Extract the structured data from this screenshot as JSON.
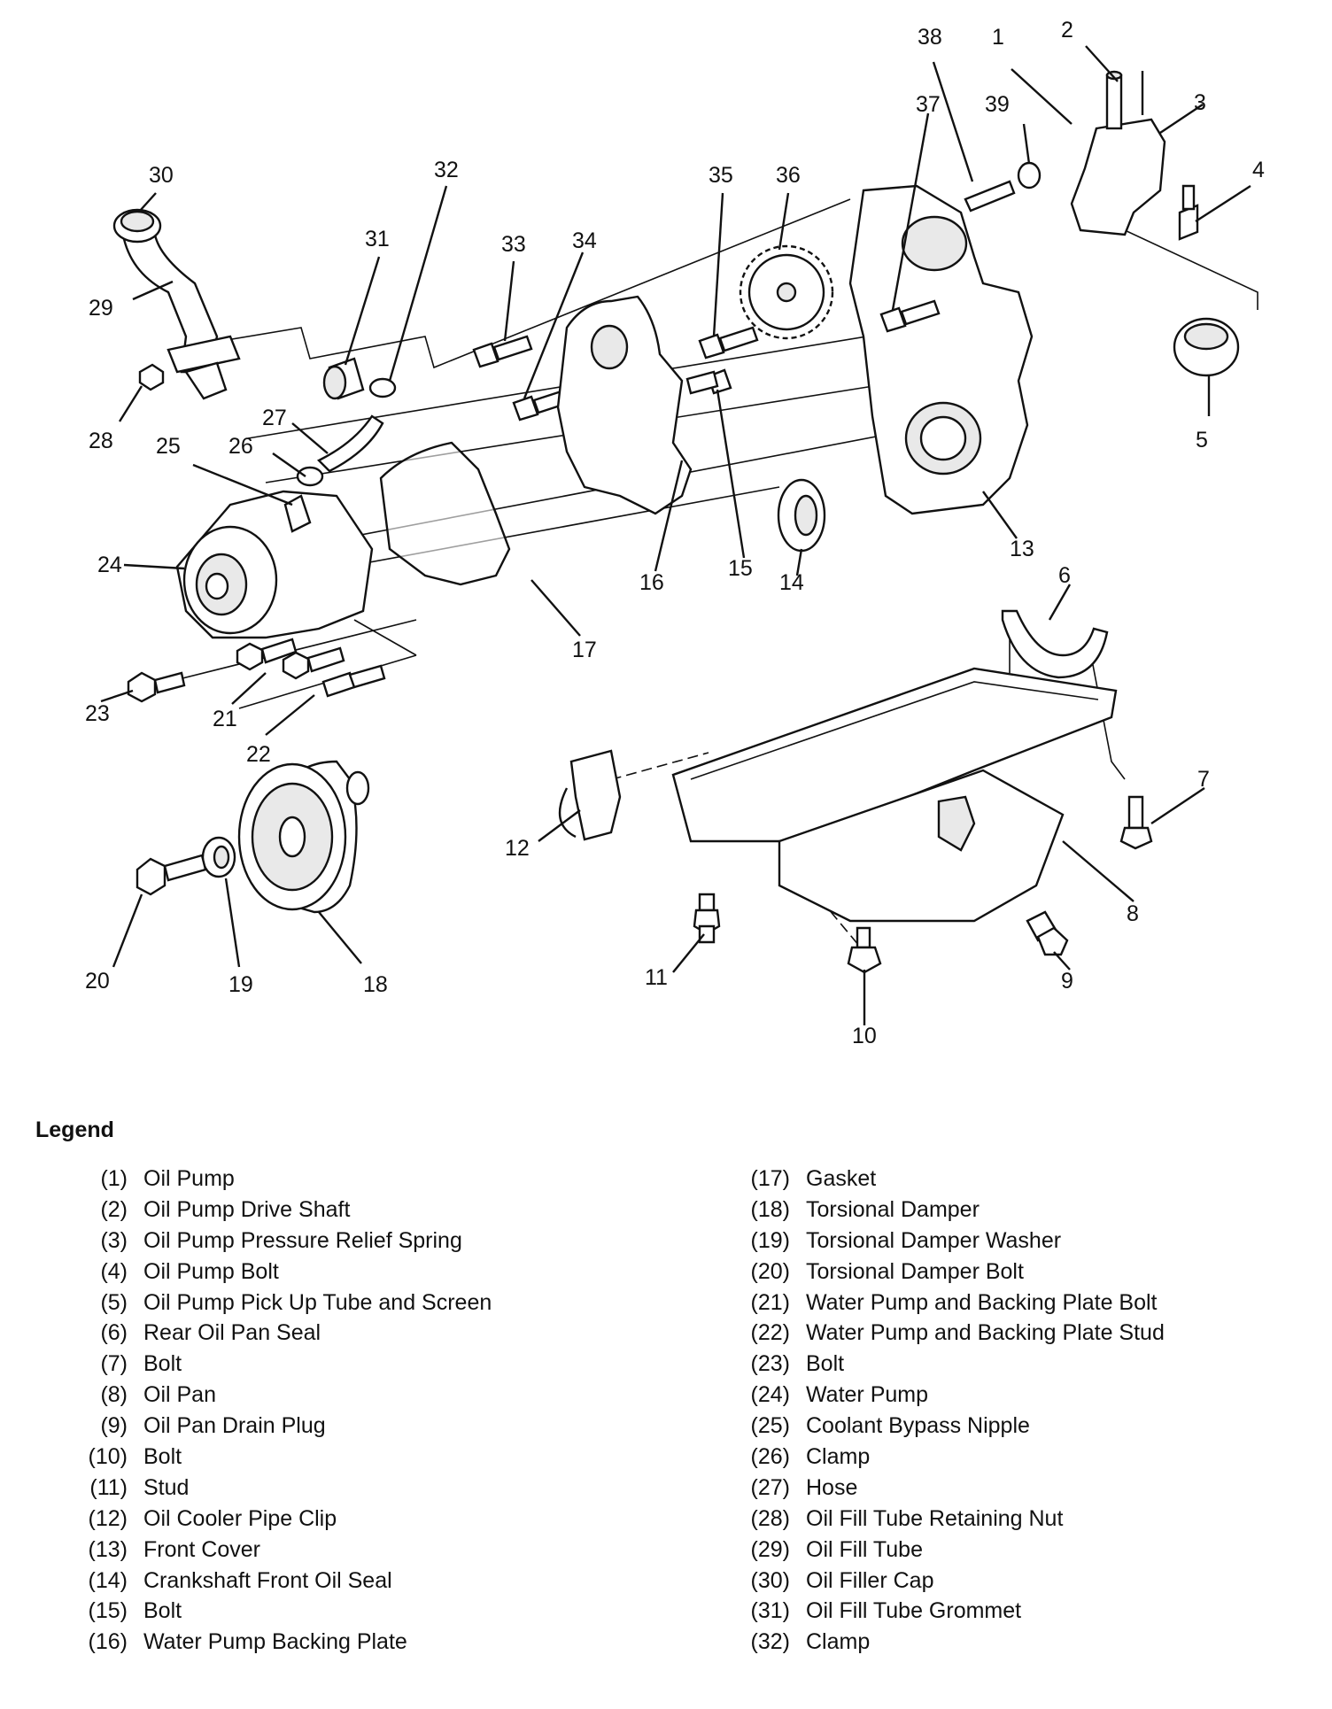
{
  "diagram": {
    "callouts": {
      "1": "1",
      "2": "2",
      "3": "3",
      "4": "4",
      "5": "5",
      "6": "6",
      "7": "7",
      "8": "8",
      "9": "9",
      "10": "10",
      "11": "11",
      "12": "12",
      "13": "13",
      "14": "14",
      "15": "15",
      "16": "16",
      "17": "17",
      "18": "18",
      "19": "19",
      "20": "20",
      "21": "21",
      "22": "22",
      "23": "23",
      "24": "24",
      "25": "25",
      "26": "26",
      "27": "27",
      "28": "28",
      "29": "29",
      "30": "30",
      "31": "31",
      "32": "32",
      "33": "33",
      "34": "34",
      "35": "35",
      "36": "36",
      "37": "37",
      "38": "38",
      "39": "39"
    }
  },
  "legend": {
    "title": "Legend",
    "left": [
      {
        "num": "(1)",
        "name": "Oil Pump"
      },
      {
        "num": "(2)",
        "name": "Oil Pump Drive Shaft"
      },
      {
        "num": "(3)",
        "name": "Oil Pump Pressure Relief Spring"
      },
      {
        "num": "(4)",
        "name": "Oil Pump Bolt"
      },
      {
        "num": "(5)",
        "name": "Oil Pump Pick Up Tube and Screen"
      },
      {
        "num": "(6)",
        "name": "Rear Oil Pan Seal"
      },
      {
        "num": "(7)",
        "name": "Bolt"
      },
      {
        "num": "(8)",
        "name": "Oil Pan"
      },
      {
        "num": "(9)",
        "name": "Oil Pan Drain Plug"
      },
      {
        "num": "(10)",
        "name": "Bolt"
      },
      {
        "num": "(11)",
        "name": "Stud"
      },
      {
        "num": "(12)",
        "name": "Oil Cooler Pipe Clip"
      },
      {
        "num": "(13)",
        "name": "Front Cover"
      },
      {
        "num": "(14)",
        "name": "Crankshaft Front Oil Seal"
      },
      {
        "num": "(15)",
        "name": "Bolt"
      },
      {
        "num": "(16)",
        "name": "Water Pump Backing Plate"
      }
    ],
    "right": [
      {
        "num": "(17)",
        "name": "Gasket"
      },
      {
        "num": "(18)",
        "name": "Torsional Damper"
      },
      {
        "num": "(19)",
        "name": "Torsional Damper Washer"
      },
      {
        "num": "(20)",
        "name": "Torsional Damper Bolt"
      },
      {
        "num": "(21)",
        "name": "Water Pump and Backing Plate Bolt"
      },
      {
        "num": "(22)",
        "name": "Water Pump and Backing Plate Stud"
      },
      {
        "num": "(23)",
        "name": "Bolt"
      },
      {
        "num": "(24)",
        "name": "Water Pump"
      },
      {
        "num": "(25)",
        "name": "Coolant Bypass Nipple"
      },
      {
        "num": "(26)",
        "name": "Clamp"
      },
      {
        "num": "(27)",
        "name": "Hose"
      },
      {
        "num": "(28)",
        "name": "Oil Fill Tube Retaining Nut"
      },
      {
        "num": "(29)",
        "name": "Oil Fill Tube"
      },
      {
        "num": "(30)",
        "name": "Oil Filler Cap"
      },
      {
        "num": "(31)",
        "name": "Oil Fill Tube Grommet"
      },
      {
        "num": "(32)",
        "name": "Clamp"
      }
    ]
  }
}
